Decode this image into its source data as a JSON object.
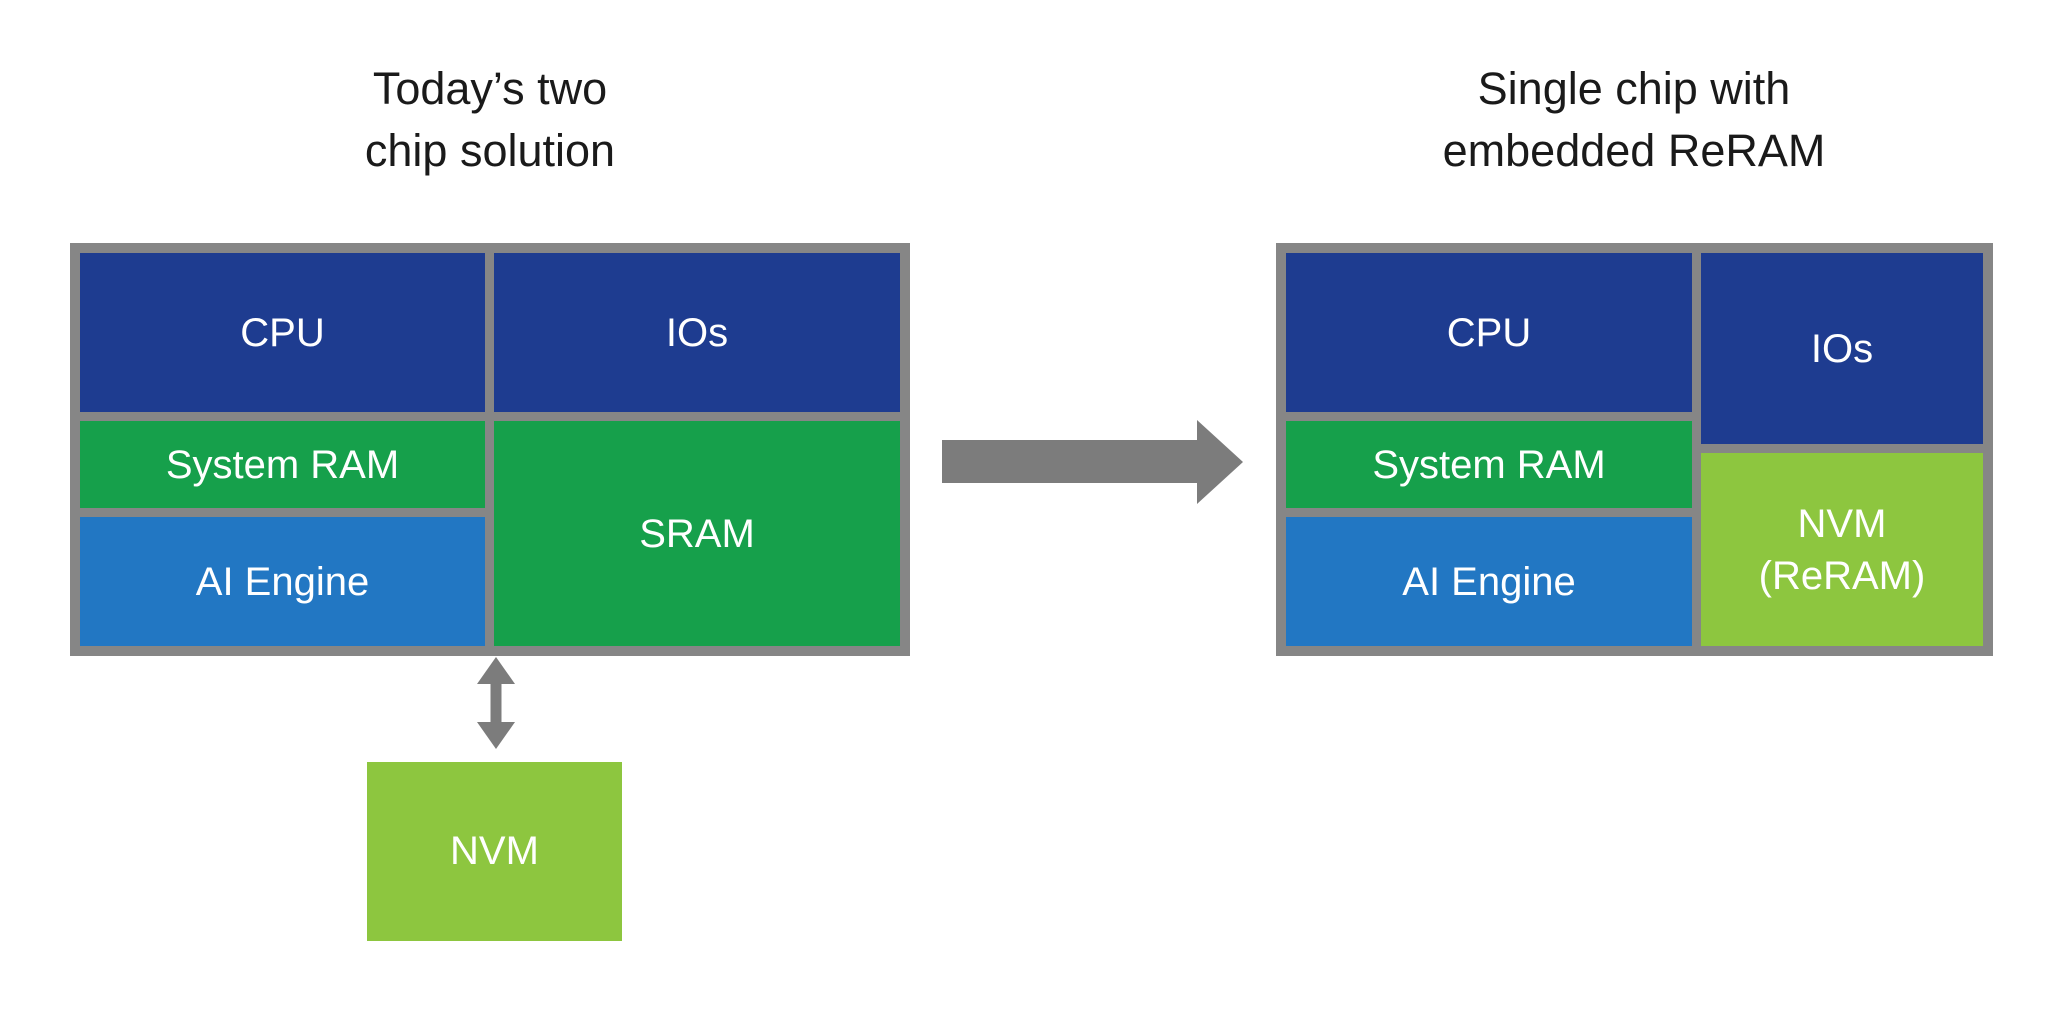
{
  "left_section": {
    "title": "Today’s two\nchip solution",
    "chip": {
      "cpu": "CPU",
      "ios": "IOs",
      "system_ram": "System RAM",
      "sram": "SRAM",
      "ai_engine": "AI Engine"
    },
    "external_nvm": "NVM"
  },
  "right_section": {
    "title": "Single chip with\nembedded ReRAM",
    "chip": {
      "cpu": "CPU",
      "ios": "IOs",
      "system_ram": "System RAM",
      "ai_engine": "AI Engine",
      "nvm_reram": "NVM\n(ReRAM)"
    }
  },
  "icons": {
    "transition_arrow": "right-arrow-icon",
    "nvm_link_arrow": "vertical-double-arrow-icon"
  },
  "colors": {
    "dark_blue": "#1e3c90",
    "green": "#16a04b",
    "bright_blue": "#2277c3",
    "light_green": "#8dc63f",
    "chip_border_gray": "#868686",
    "arrow_gray": "#7c7c7c",
    "label_text": "#ffffff",
    "title_text": "#1a1a1a",
    "background": "#ffffff"
  }
}
